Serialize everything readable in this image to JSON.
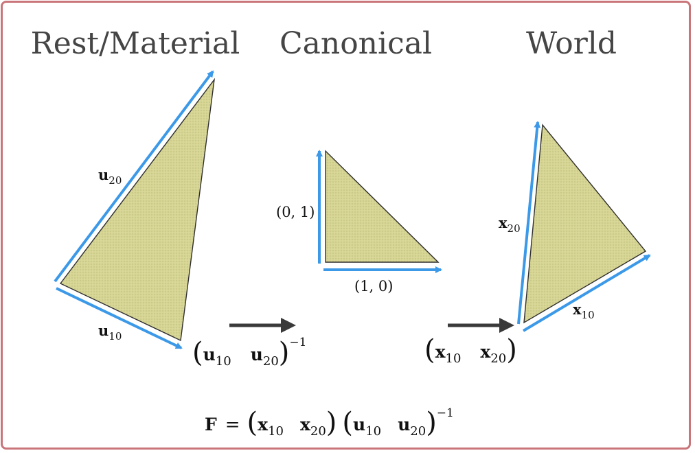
{
  "titles": {
    "rest": "Rest/Material",
    "canonical": "Canonical",
    "world": "World"
  },
  "rest_labels": {
    "u20_base": "u",
    "u20_sub": "20",
    "u10_base": "u",
    "u10_sub": "10"
  },
  "canonical_labels": {
    "y_axis": "(0, 1)",
    "x_axis": "(1, 0)"
  },
  "world_labels": {
    "x20_base": "x",
    "x20_sub": "20",
    "x10_base": "x",
    "x10_sub": "10"
  },
  "inverse_matrix_u": {
    "open": "(",
    "c1": "u",
    "c1_sub": "10",
    "c2": "u",
    "c2_sub": "20",
    "close": ")",
    "exponent": "−1"
  },
  "matrix_x": {
    "open": "(",
    "c1": "x",
    "c1_sub": "10",
    "c2": "x",
    "c2_sub": "20",
    "close": ")"
  },
  "formula": {
    "lhs": "F",
    "eq": "=",
    "x_open": "(",
    "x1": "x",
    "x1_sub": "10",
    "x2": "x",
    "x2_sub": "20",
    "x_close": ")",
    "u_open": "(",
    "u1": "u",
    "u1_sub": "10",
    "u2": "u",
    "u2_sub": "20",
    "u_close": ")",
    "exponent": "−1"
  },
  "colors": {
    "frame": "#c9757a",
    "edge_arrow": "#3b99e8",
    "triangle_fill": "#d6d594",
    "map_arrow": "#3a3a3a"
  }
}
